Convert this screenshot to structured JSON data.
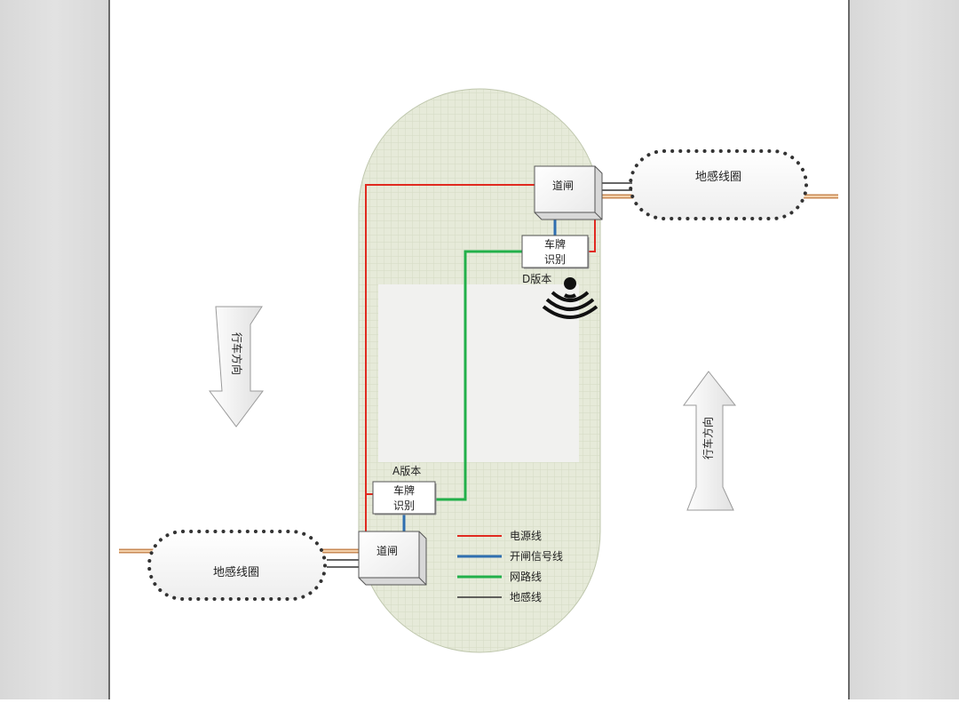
{
  "gates": {
    "top": {
      "label": "道闸"
    },
    "bottom": {
      "label": "道闸"
    }
  },
  "recognizers": {
    "top": {
      "line1": "车牌",
      "line2": "识别",
      "version": "D版本"
    },
    "bottom": {
      "line1": "车牌",
      "line2": "识别",
      "version": "A版本"
    }
  },
  "loops": {
    "top": {
      "label": "地感线圈"
    },
    "bottom": {
      "label": "地感线圈"
    }
  },
  "directions": {
    "left": {
      "label": "行车方向",
      "arrow": "down"
    },
    "right": {
      "label": "行车方向",
      "arrow": "up"
    }
  },
  "legend": [
    {
      "label": "电源线",
      "color": "#e02a20"
    },
    {
      "label": "开闸信号线",
      "color": "#2f6fb0"
    },
    {
      "label": "网路线",
      "color": "#22b04a"
    },
    {
      "label": "地感线",
      "color": "#333333"
    }
  ],
  "icons": {
    "wireless": "wireless-signal-icon"
  }
}
